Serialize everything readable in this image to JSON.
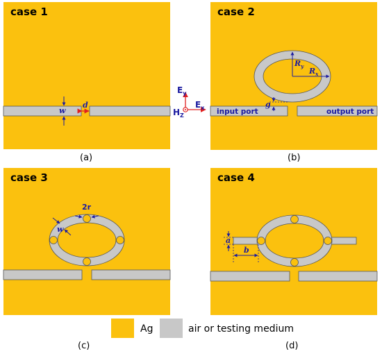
{
  "colors": {
    "silver": "#fbc10e",
    "medium": "#c8c8c8",
    "dim": "#1a1aa0",
    "field": "#e02020"
  },
  "panels": {
    "a": {
      "case_label": "case 1",
      "sub_label": "(a)",
      "w": "w",
      "d": "d"
    },
    "b": {
      "case_label": "case 2",
      "sub_label": "(b)",
      "ry": "R",
      "ry_sub": "y",
      "rx": "R",
      "rx_sub": "x",
      "g": "g",
      "input_port": "input port",
      "output_port": "output port"
    },
    "c": {
      "case_label": "case 3",
      "sub_label": "(c)",
      "two_r": "2r",
      "w": "w"
    },
    "d": {
      "case_label": "case 4",
      "sub_label": "(d)",
      "a": "a",
      "b": "b"
    }
  },
  "field": {
    "ey": "E",
    "ey_sub": "y",
    "ex": "E",
    "ex_sub": "x",
    "hz": "H",
    "hz_sub": "Z"
  },
  "legend": {
    "ag": "Ag",
    "medium": "air or testing medium"
  }
}
